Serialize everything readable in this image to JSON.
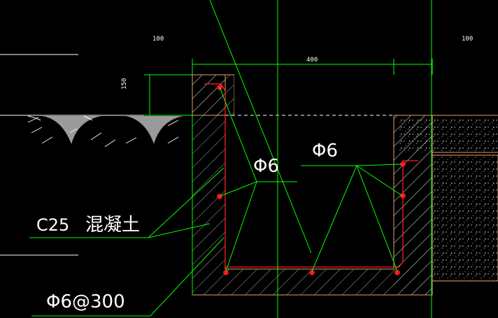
{
  "dimensions": {
    "left_width": "100",
    "right_width": "100",
    "channel_width": "400",
    "step_height": "150"
  },
  "labels": {
    "bar_left": "Φ6",
    "bar_right": "Φ6",
    "concrete_grade": "C25",
    "concrete_name": "混凝土",
    "bottom_bar": "Φ6@300"
  },
  "colors": {
    "background": "#000000",
    "dimension": "#00ff00",
    "leader": "#00ff00",
    "rebar": "#ff2020",
    "rebar_dot": "#ff1a1a",
    "outline": "#e0a070",
    "hatch": "#ffffff",
    "text": "#ffffff",
    "axis": "#00ff00"
  }
}
